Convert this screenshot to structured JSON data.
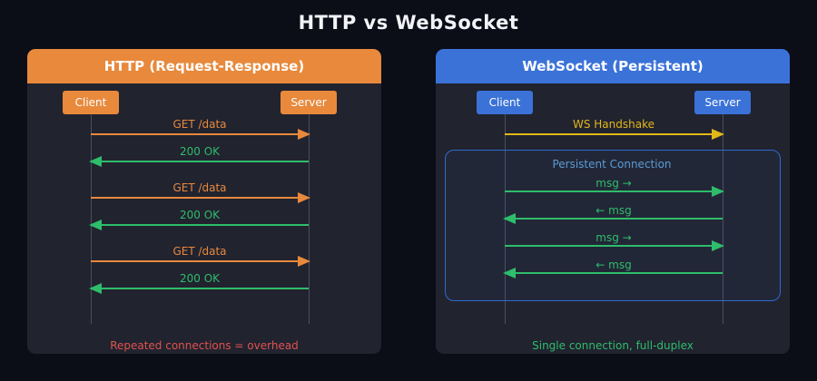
{
  "title": "HTTP vs WebSocket",
  "colors": {
    "page-bg": "#0b0d17",
    "panel-bg": "#21232f",
    "http-accent": "#e8893c",
    "ws-accent": "#3a72d8",
    "green": "#2ebd6b",
    "yellow": "#e2b818",
    "red": "#e0524e",
    "persist-border": "#2e6ad1",
    "persist-label": "#5b9bd5",
    "lifeline": "#4a4e60"
  },
  "http_panel": {
    "header": "HTTP (Request-Response)",
    "client": "Client",
    "server": "Server",
    "messages": [
      {
        "label": "GET /data",
        "direction": "right"
      },
      {
        "label": "200 OK",
        "direction": "left"
      },
      {
        "label": "GET /data",
        "direction": "right"
      },
      {
        "label": "200 OK",
        "direction": "left"
      },
      {
        "label": "GET /data",
        "direction": "right"
      },
      {
        "label": "200 OK",
        "direction": "left"
      }
    ],
    "footer": "Repeated connections = overhead"
  },
  "ws_panel": {
    "header": "WebSocket (Persistent)",
    "client": "Client",
    "server": "Server",
    "handshake": "WS Handshake",
    "persistent_label": "Persistent Connection",
    "messages": [
      {
        "label": "msg →",
        "direction": "right"
      },
      {
        "label": "← msg",
        "direction": "left"
      },
      {
        "label": "msg →",
        "direction": "right"
      },
      {
        "label": "← msg",
        "direction": "left"
      }
    ],
    "footer": "Single connection, full-duplex"
  }
}
